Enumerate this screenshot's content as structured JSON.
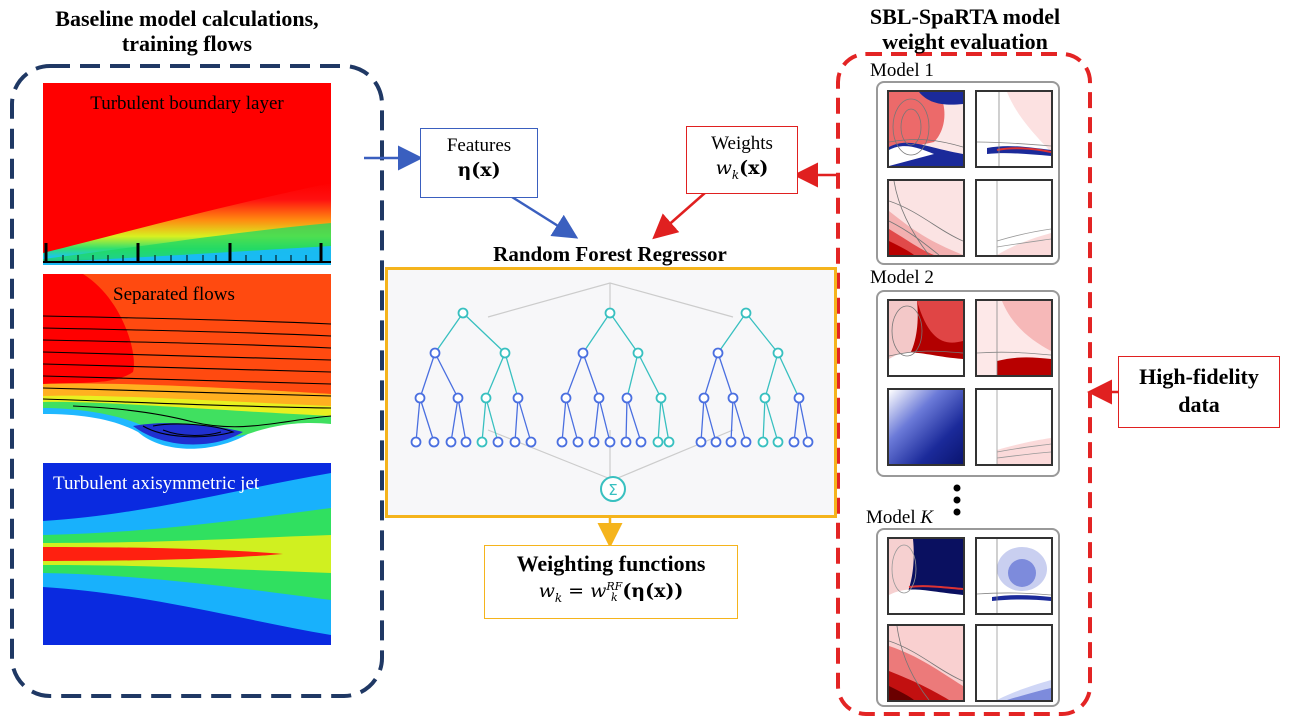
{
  "left_title": [
    "Baseline model calculations,",
    "training flows"
  ],
  "panels": {
    "boundary_layer": "Turbulent boundary layer",
    "separated": "Separated flows",
    "jet": "Turbulent axisymmetric jet"
  },
  "features_box": {
    "label": "Features",
    "math": "η(x)"
  },
  "weights_box": {
    "label": "Weights",
    "math_w": "w",
    "math_k": "k",
    "math_rest": "(x)"
  },
  "rf_title": "Random Forest Regressor",
  "rf_sum_symbol": "Σ",
  "weighting_box": {
    "label": "Weighting functions",
    "w": "w",
    "k": "k",
    "eq": " = ",
    "rf": "RF",
    "arg": "(η(x))"
  },
  "right_title": [
    "SBL-SpaRTA model",
    "weight evaluation"
  ],
  "models": {
    "m1": "Model 1",
    "m2": "Model 2",
    "mk_prefix": "Model ",
    "mk_var": "K"
  },
  "hifi_box": [
    "High-fidelity",
    "data"
  ],
  "colors": {
    "navy_dash": "#1f3864",
    "red_dash": "#e32424",
    "orange": "#f5b41c",
    "blue_arrow": "#3a5fbf",
    "red_arrow": "#e02020",
    "tree_blue": "#4a6fe0",
    "tree_teal": "#38c0c0"
  }
}
